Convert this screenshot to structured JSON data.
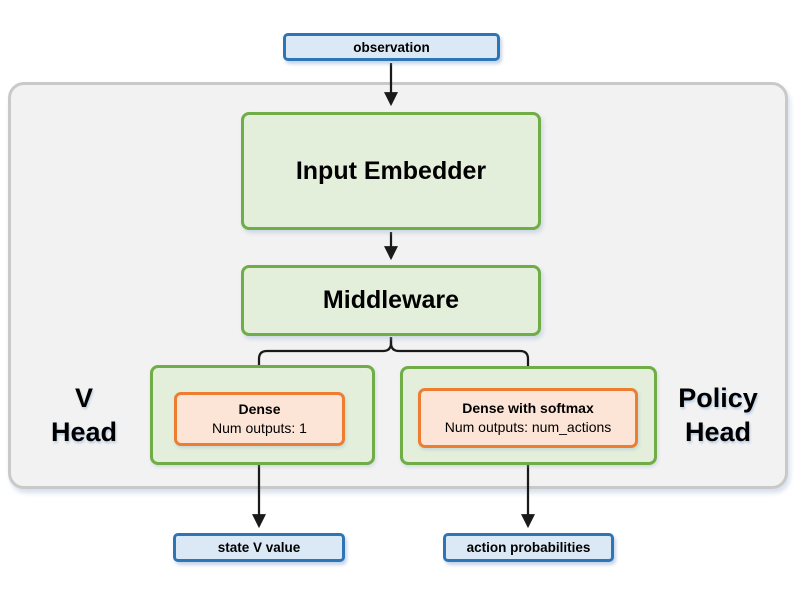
{
  "diagram": {
    "nodes": {
      "observation": {
        "label": "observation"
      },
      "input_embedder": {
        "label": "Input Embedder"
      },
      "middleware": {
        "label": "Middleware"
      },
      "v_head_label": {
        "line1": "V",
        "line2": "Head"
      },
      "policy_head_label": {
        "line1": "Policy",
        "line2": "Head"
      },
      "v_dense": {
        "title": "Dense",
        "subtitle": "Num outputs: 1"
      },
      "policy_dense": {
        "title": "Dense with softmax",
        "subtitle": "Num outputs: num_actions"
      },
      "state_v_value": {
        "label": "state V value"
      },
      "action_probabilities": {
        "label": "action probabilities"
      }
    },
    "colors": {
      "blue-border": "#2e75b6",
      "blue-fill": "#dbe9f7",
      "green-border": "#70ad47",
      "green-fill": "#e3efda",
      "orange-border": "#ed7d31",
      "orange-fill": "#fce5d6",
      "container-fill": "#f2f2f2",
      "container-border": "#c9c9c9",
      "arrow": "#1a1a1a",
      "text": "#000000"
    }
  }
}
